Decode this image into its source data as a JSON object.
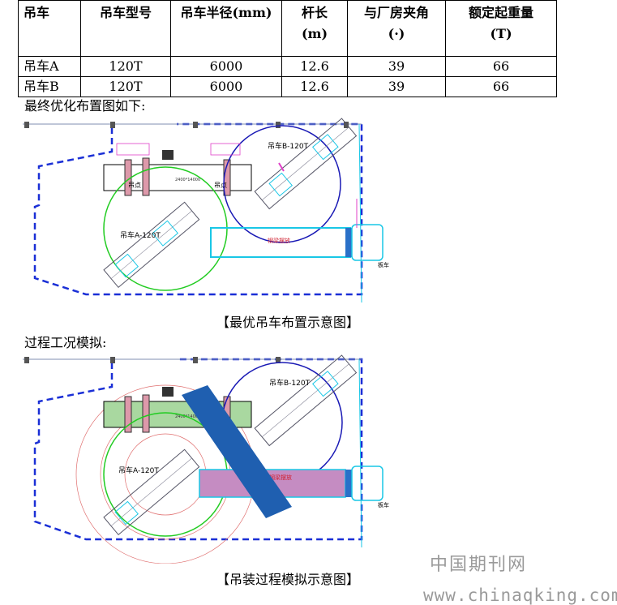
{
  "table": {
    "headers": [
      {
        "l1": "吊车",
        "l2": ""
      },
      {
        "l1": "吊车型号",
        "l2": ""
      },
      {
        "l1": "吊车半径(mm)",
        "l2": ""
      },
      {
        "l1": "杆长",
        "l2": "(m)"
      },
      {
        "l1": "与厂房夹角",
        "l2": "(·)"
      },
      {
        "l1": "额定起重量",
        "l2": "(T)"
      }
    ],
    "rows": [
      [
        "吊车A",
        "120T",
        "6000",
        "12.6",
        "39",
        "66"
      ],
      [
        "吊车B",
        "120T",
        "6000",
        "12.6",
        "39",
        "66"
      ]
    ]
  },
  "text": {
    "intro_line": "最终优化布置图如下:",
    "caption1": "【最优吊车布置示意图】",
    "section2": "过程工况模拟:",
    "caption2": "【吊装过程模拟示意图】"
  },
  "diagram": {
    "crane_a_label": "吊车A-120T",
    "crane_b_label": "吊车B-120T",
    "lift_point": "吊点",
    "truck_label": "板车",
    "beam_label": "钢梁摆放",
    "dims_label": "2400*14000",
    "colors": {
      "boundary": "#1a2fd6",
      "circle_a": "#22cc22",
      "circle_b": "#1a1ab5",
      "truck": "#19c7e6",
      "beam_sim": "#1f5fb0",
      "load_sim": "#c58cc2",
      "dim_magenta": "#e040c8"
    }
  },
  "watermark": {
    "cn": "中国期刊网",
    "url": "www.chinaqking.com"
  }
}
